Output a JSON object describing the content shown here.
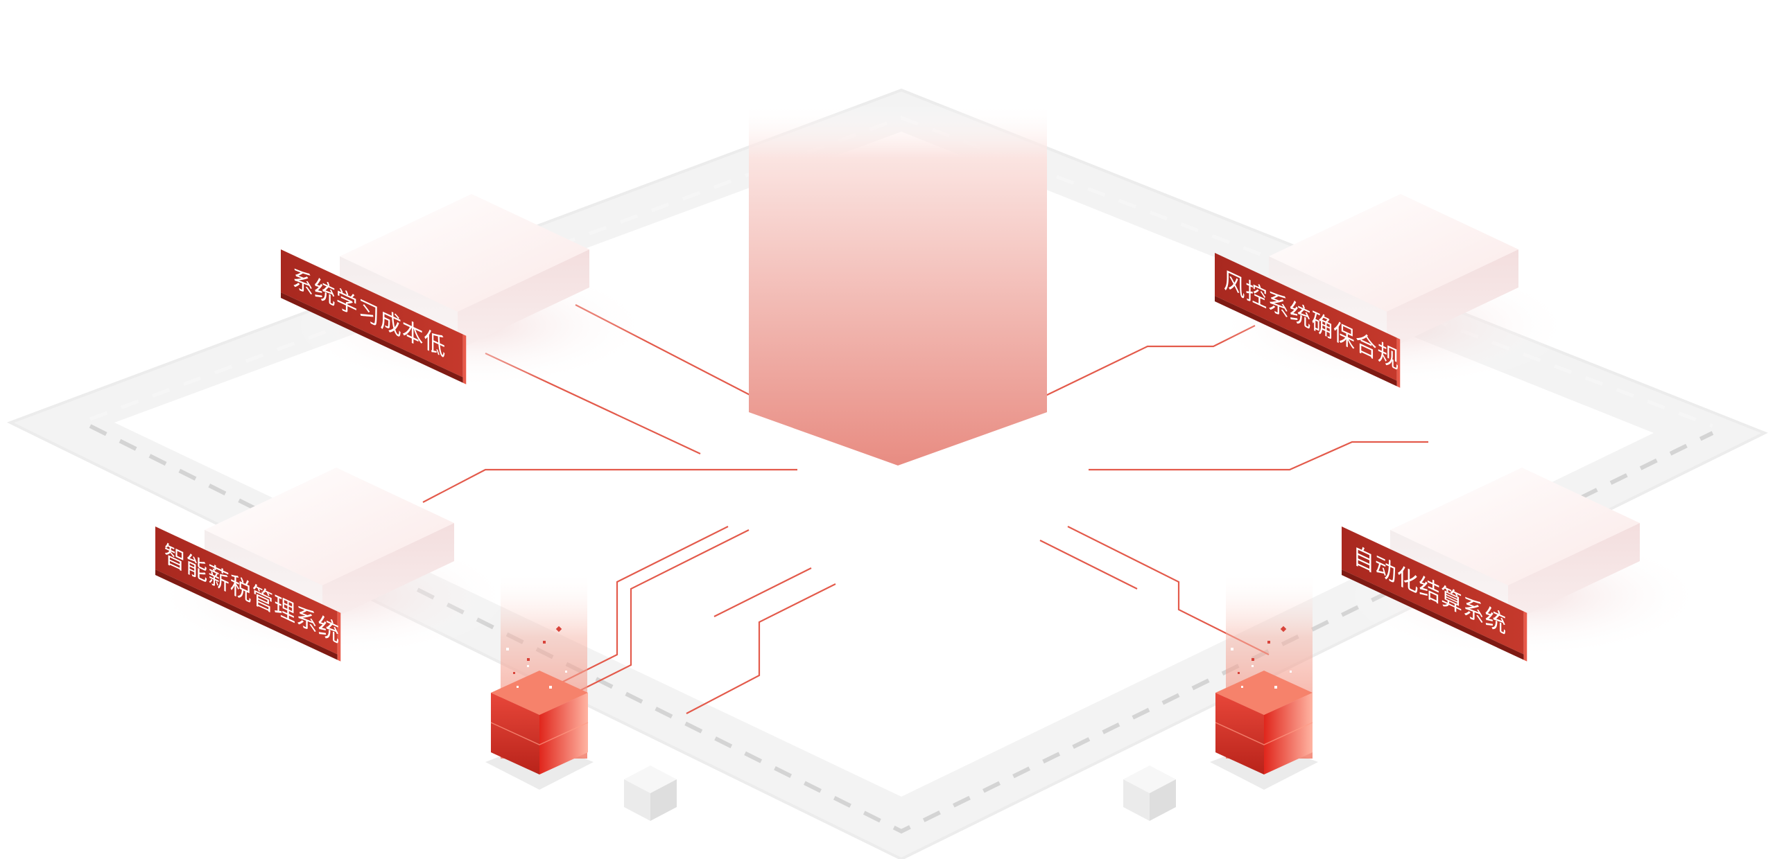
{
  "features": [
    {
      "id": "learning-cost",
      "label": "系统学习成本低"
    },
    {
      "id": "risk-control",
      "label": "风控系统确保合规"
    },
    {
      "id": "payroll-tax",
      "label": "智能薪税管理系统"
    },
    {
      "id": "auto-settlement",
      "label": "自动化结算系统"
    }
  ],
  "colors": {
    "accent": "#c0392b",
    "accent_dark": "#8e1f17",
    "accent_light": "#f0654f",
    "platform": "#efefef",
    "dash": "#cfcfcf",
    "block_top": "#fdf2f2",
    "block_side": "#f3e4e4"
  },
  "icons": [
    "center-beam",
    "data-cube",
    "small-white-cube",
    "feature-block"
  ]
}
